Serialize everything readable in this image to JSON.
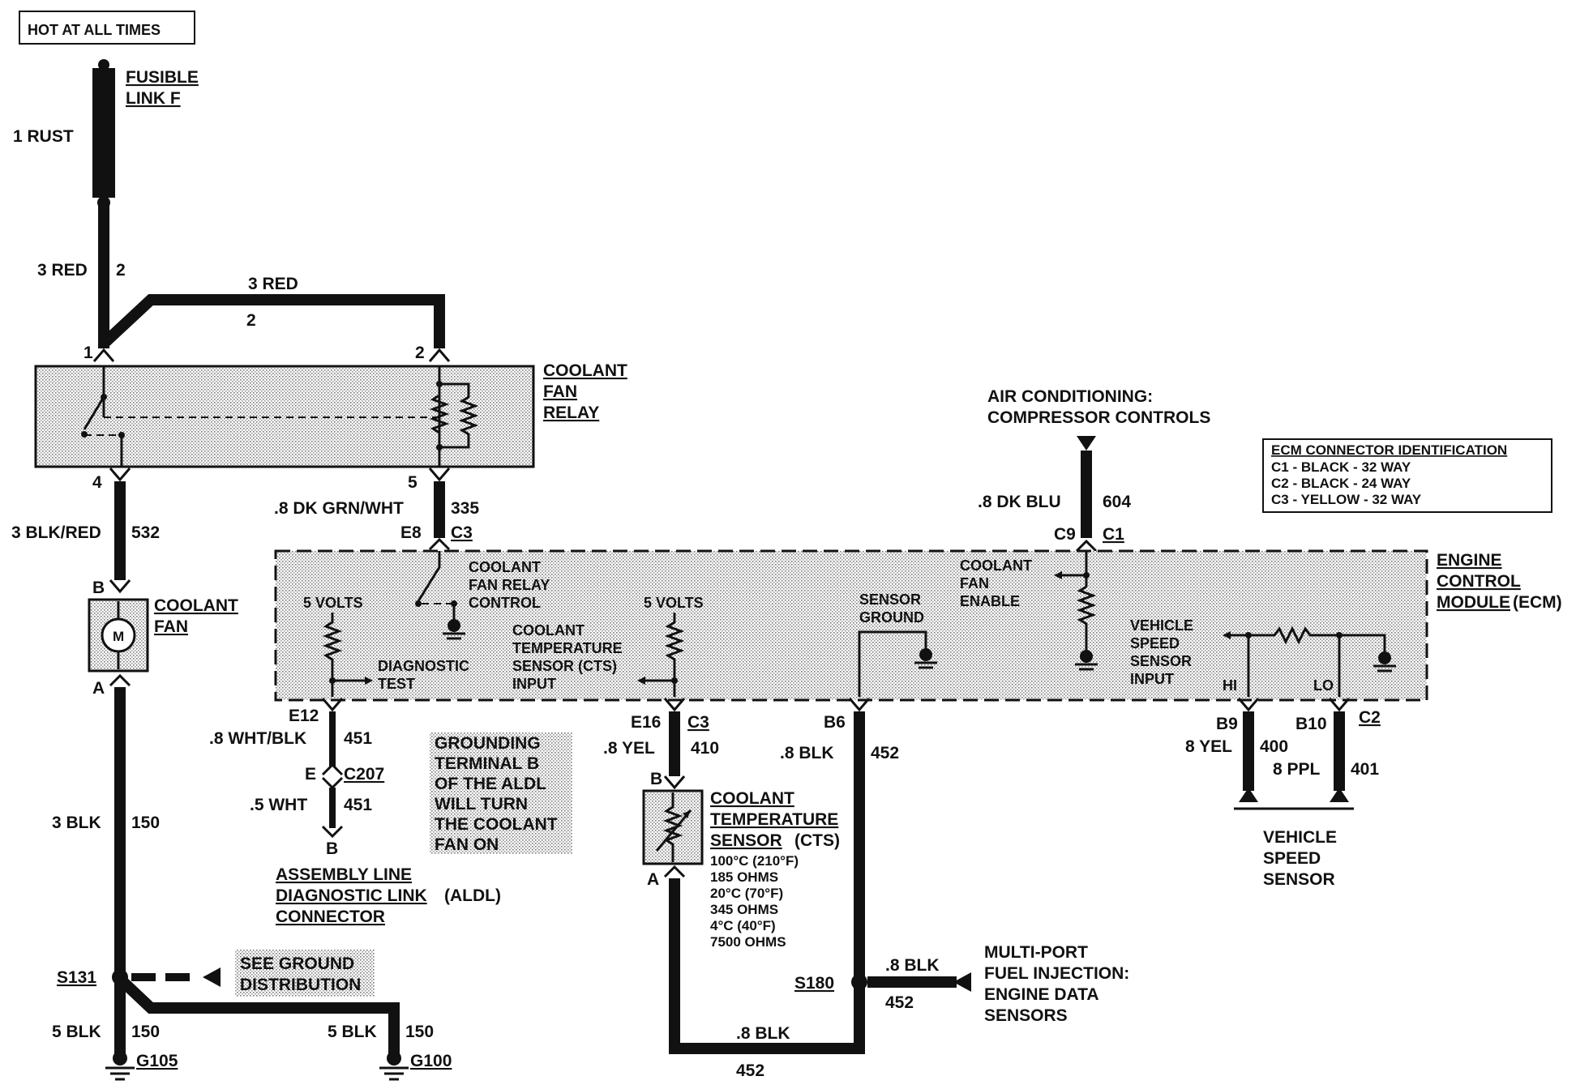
{
  "header": {
    "hot_label": "HOT AT ALL TIMES"
  },
  "fusible_link": {
    "name_line1": "FUSIBLE",
    "name_line2": "LINK F",
    "wire": "1 RUST"
  },
  "feed": {
    "left_wire": "3 RED",
    "left_circuit": "2",
    "top_wire": "3 RED",
    "top_circuit": "2"
  },
  "relay": {
    "name_line1": "COOLANT",
    "name_line2": "FAN",
    "name_line3": "RELAY",
    "pin1": "1",
    "pin2": "2",
    "pin4": "4",
    "pin5": "5"
  },
  "relay_out": {
    "wire": "3 BLK/RED",
    "circuit": "532"
  },
  "relay_ctrl": {
    "wire": ".8 DK GRN/WHT",
    "circuit": "335",
    "pin": "E8",
    "conn": "C3"
  },
  "fan": {
    "name_line1": "COOLANT",
    "name_line2": "FAN",
    "pin_b": "B",
    "pin_a": "A",
    "motor": "M"
  },
  "fan_ground_wire": {
    "wire": "3 BLK",
    "circuit": "150"
  },
  "splice_s131": {
    "name": "S131",
    "see_line1": "SEE GROUND",
    "see_line2": "DISTRIBUTION",
    "left_wire": "5 BLK",
    "left_circuit": "150",
    "left_ground": "G105",
    "right_wire": "5 BLK",
    "right_circuit": "150",
    "right_ground": "G100"
  },
  "ac": {
    "line1": "AIR CONDITIONING:",
    "line2": "COMPRESSOR CONTROLS",
    "wire": ".8 DK BLU",
    "circuit": "604",
    "pin": "C9",
    "conn": "C1"
  },
  "ecm_id": {
    "title": "ECM CONNECTOR IDENTIFICATION",
    "rows": [
      "C1 - BLACK - 32 WAY",
      "C2 - BLACK - 24 WAY",
      "C3 - YELLOW - 32 WAY"
    ]
  },
  "ecm": {
    "name_line1": "ENGINE",
    "name_line2": "CONTROL",
    "name_line3": "MODULE",
    "name_suffix": "(ECM)",
    "relay_ctrl_l1": "COOLANT",
    "relay_ctrl_l2": "FAN RELAY",
    "relay_ctrl_l3": "CONTROL",
    "volts_left": "5 VOLTS",
    "volts_right": "5 VOLTS",
    "diag_l1": "DIAGNOSTIC",
    "diag_l2": "TEST",
    "cts_l1": "COOLANT",
    "cts_l2": "TEMPERATURE",
    "cts_l3": "SENSOR (CTS)",
    "cts_l4": "INPUT",
    "sg_l1": "SENSOR",
    "sg_l2": "GROUND",
    "enable_l1": "COOLANT",
    "enable_l2": "FAN",
    "enable_l3": "ENABLE",
    "vss_l1": "VEHICLE",
    "vss_l2": "SPEED",
    "vss_l3": "SENSOR",
    "vss_l4": "INPUT",
    "hi": "HI",
    "lo": "LO"
  },
  "aldl": {
    "pin_e12": "E12",
    "wire1": ".8 WHT/BLK",
    "circuit1": "451",
    "pin_e": "E",
    "conn": "C207",
    "wire2": ".5 WHT",
    "circuit2": "451",
    "pin_b": "B",
    "name_line1": "ASSEMBLY LINE",
    "name_line2": "DIAGNOSTIC LINK",
    "name_suffix": "(ALDL)",
    "name_line3": "CONNECTOR",
    "note": [
      "GROUNDING",
      "TERMINAL B",
      "OF THE ALDL",
      "WILL TURN",
      "THE COOLANT",
      "FAN ON"
    ]
  },
  "cts": {
    "pin_e16": "E16",
    "conn": "C3",
    "wire": ".8 YEL",
    "circuit": "410",
    "pin_b": "B",
    "pin_a": "A",
    "name_line1": "COOLANT",
    "name_line2": "TEMPERATURE",
    "name_line3": "SENSOR",
    "name_suffix": "(CTS)",
    "spec": [
      "100°C (210°F)",
      "185 OHMS",
      "20°C (70°F)",
      "345 OHMS",
      "4°C (40°F)",
      "7500 OHMS"
    ],
    "bottom_wire": ".8 BLK",
    "bottom_circuit": "452"
  },
  "sensor_ground": {
    "pin": "B6",
    "wire": ".8 BLK",
    "circuit": "452"
  },
  "splice_s180": {
    "name": "S180",
    "wire": ".8 BLK",
    "circuit": "452",
    "mpfi_l1": "MULTI-PORT",
    "mpfi_l2": "FUEL INJECTION:",
    "mpfi_l3": "ENGINE DATA",
    "mpfi_l4": "SENSORS"
  },
  "vss": {
    "pin_b9": "B9",
    "pin_b10": "B10",
    "conn": "C2",
    "hi_wire": "8 YEL",
    "hi_circuit": "400",
    "lo_wire": "8 PPL",
    "lo_circuit": "401",
    "name_line1": "VEHICLE",
    "name_line2": "SPEED",
    "name_line3": "SENSOR"
  }
}
